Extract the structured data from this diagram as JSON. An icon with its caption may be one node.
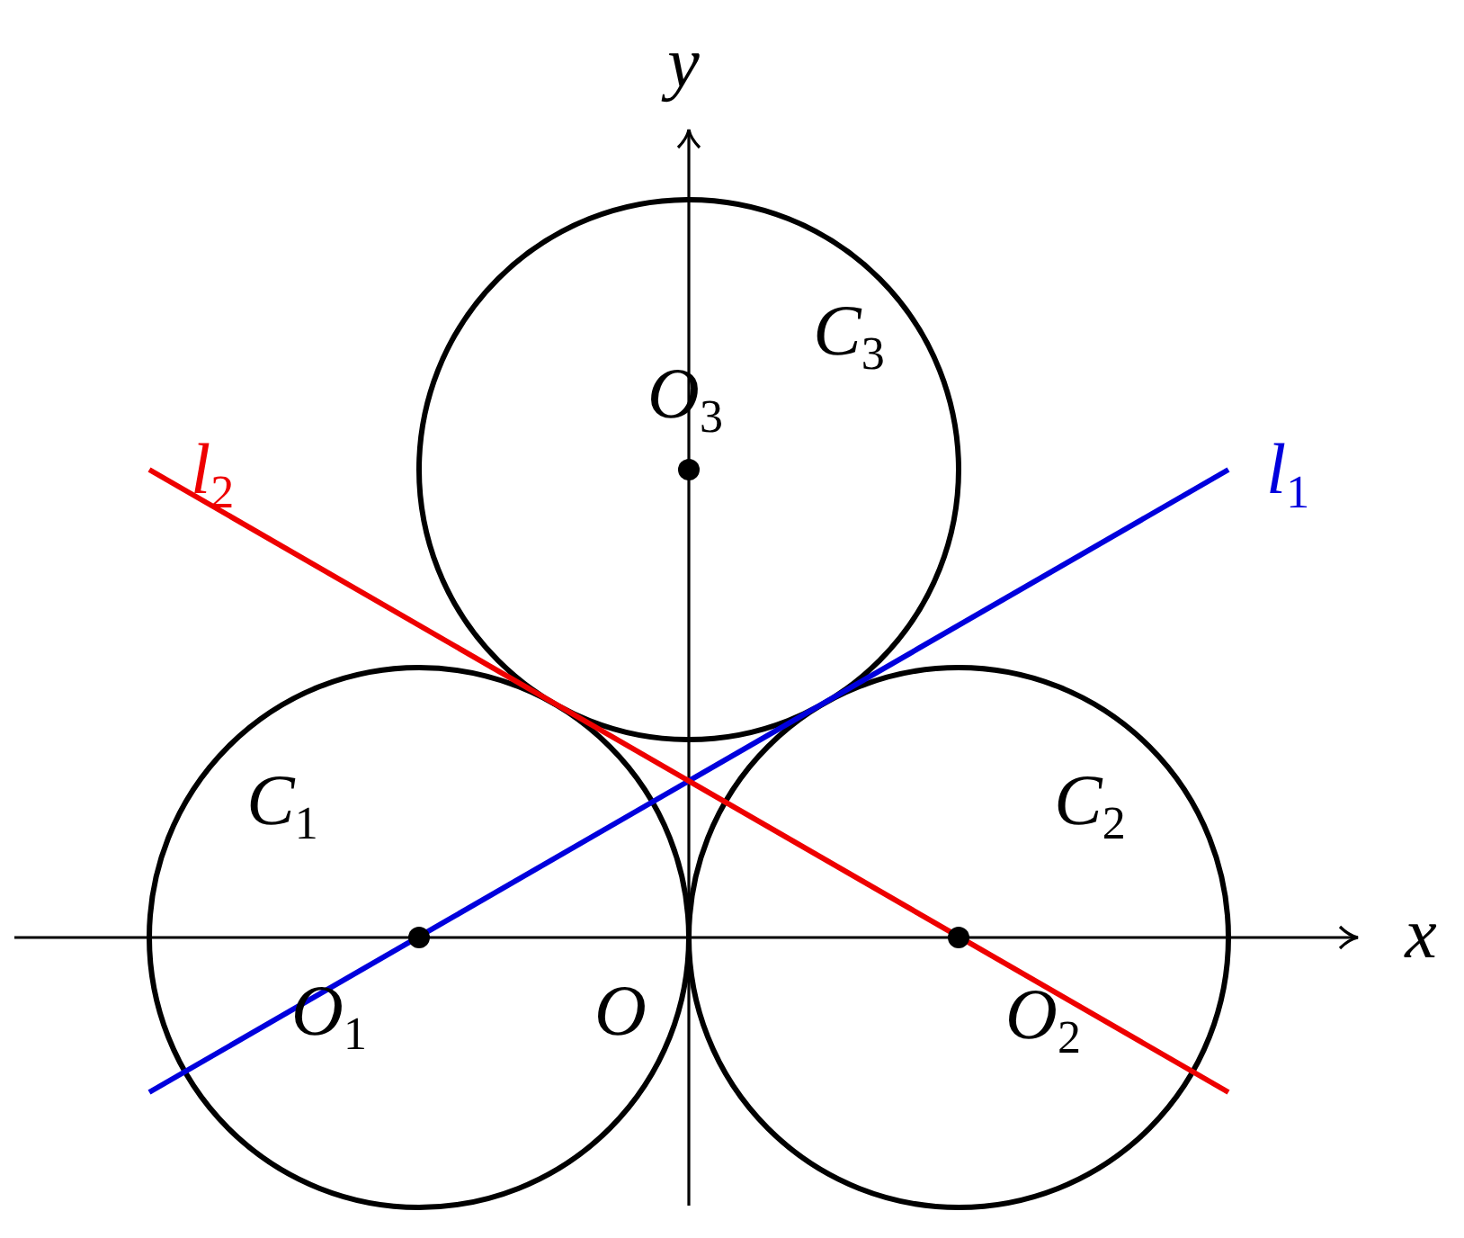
{
  "diagram": {
    "labels": [
      "y",
      "C$_{3}$",
      "O$_{3}$",
      "l$_{2}$",
      "l$_{1}$",
      "C$_{1}$",
      "C$_{2}$",
      "x",
      "O$_{1}$",
      "O",
      "O$_{2}$"
    ]
  }
}
